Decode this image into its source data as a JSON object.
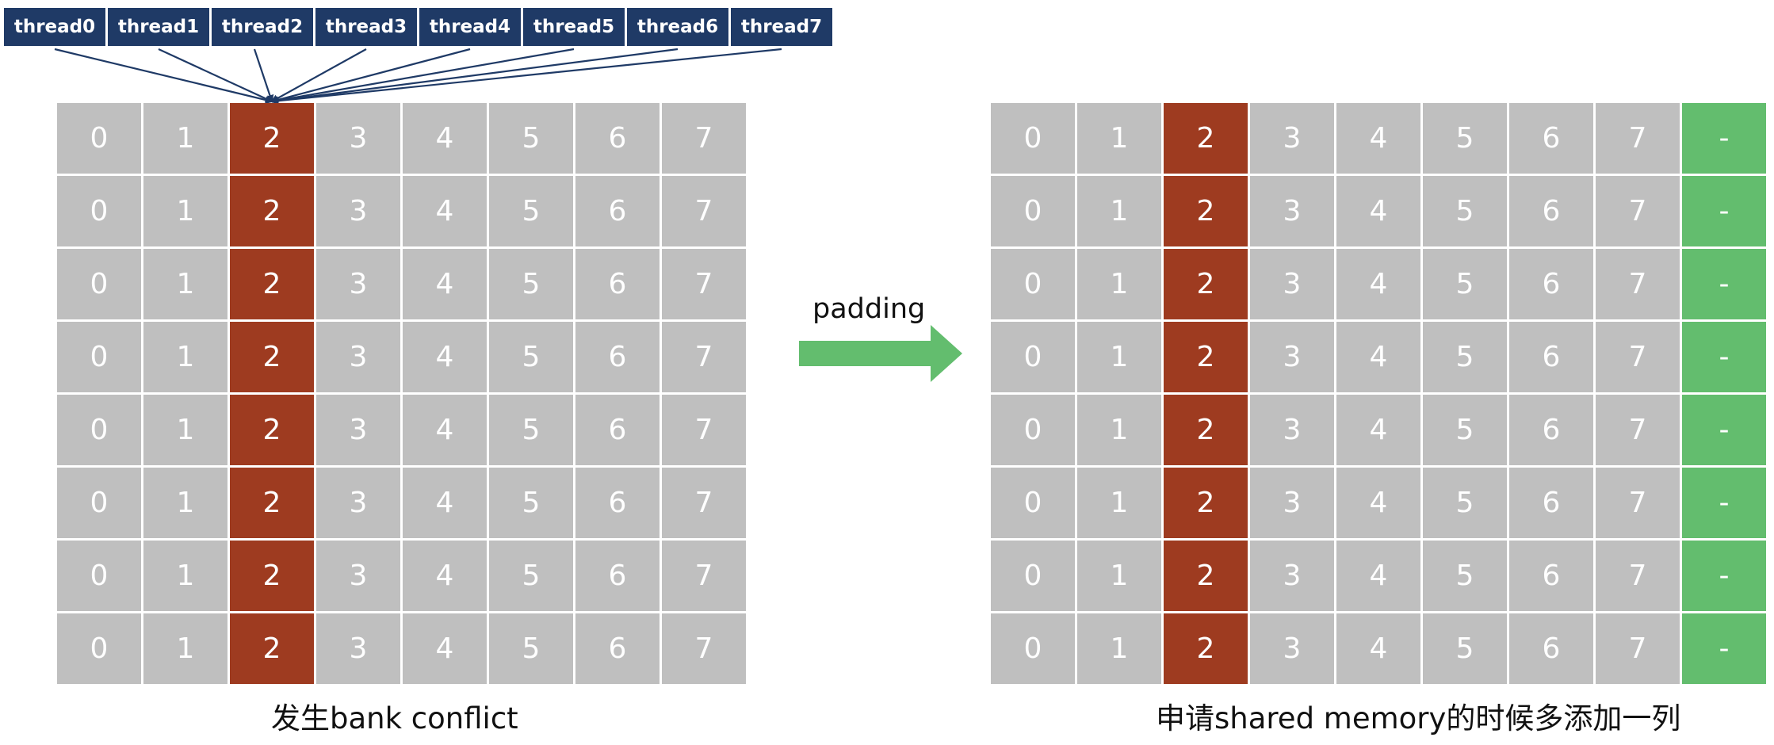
{
  "threads": [
    "thread0",
    "thread1",
    "thread2",
    "thread3",
    "thread4",
    "thread5",
    "thread6",
    "thread7"
  ],
  "left_grid": {
    "rows": 8,
    "banks": [
      "0",
      "1",
      "2",
      "3",
      "4",
      "5",
      "6",
      "7"
    ],
    "conflict_bank_index": 2,
    "caption": "发生bank conflict"
  },
  "right_grid": {
    "rows": 8,
    "banks": [
      "0",
      "1",
      "2",
      "3",
      "4",
      "5",
      "6",
      "7",
      "-"
    ],
    "conflict_bank_index": 2,
    "padding_bank_index": 8,
    "caption": "申请shared memory的时候多添加一列"
  },
  "arrow": {
    "label": "padding"
  },
  "colors": {
    "thread_box": "#1f3a66",
    "cell": "#bfbfbf",
    "conflict": "#9e3b20",
    "padding": "#63bd6e",
    "line": "#1f3a66"
  }
}
